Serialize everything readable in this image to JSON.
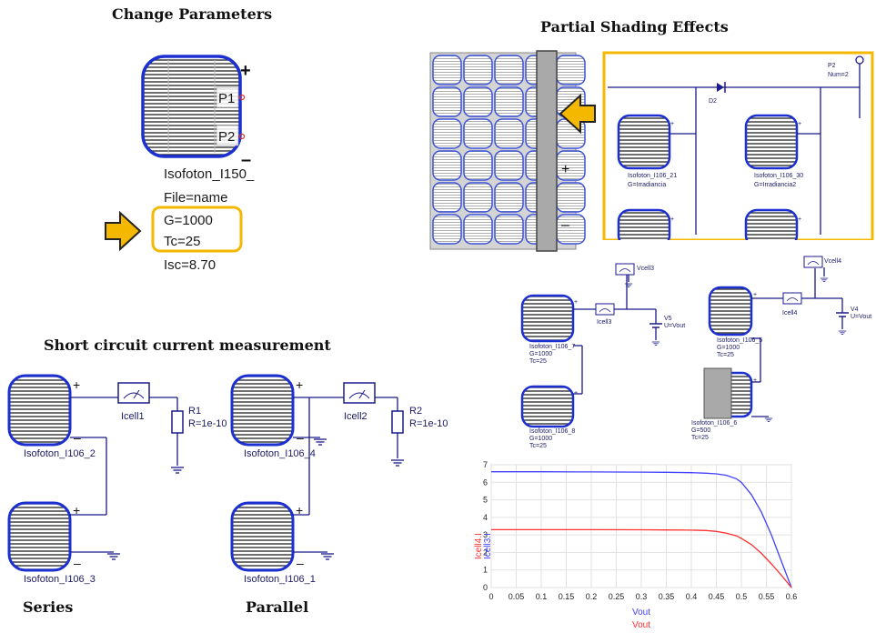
{
  "titles": {
    "change": "Change Parameters",
    "shading": "Partial Shading Effects",
    "short": "Short circuit current measurement",
    "series": "Series",
    "parallel": "Parallel"
  },
  "change_params": {
    "component": "Isofoton_I150_",
    "file": "File=name",
    "g": "G=1000",
    "tc": "Tc=25",
    "isc": "Isc=8.70",
    "p1": "P1",
    "p2": "P2",
    "plus": "+",
    "minus": "–"
  },
  "shading": {
    "p2": "P2",
    "num": "Num=2",
    "diode": "D2",
    "cell_a": "Isofoton_I106_21",
    "cell_a_g": "G=Irradiancia",
    "cell_b": "Isofoton_I106_30",
    "cell_b_g": "G=Irradiancia2",
    "plus": "+",
    "minus": "–"
  },
  "mini_left": {
    "vmeter": "Vcell3",
    "ameter": "Icell3",
    "source": "V5",
    "source_u": "U=Vout",
    "cell_top": "Isofoton_I106_7",
    "cell_top_g": "G=1000",
    "cell_top_tc": "Tc=25",
    "cell_bot": "Isofoton_I106_8",
    "cell_bot_g": "G=1000",
    "cell_bot_tc": "Tc=25"
  },
  "mini_right": {
    "vmeter": "Vcell4",
    "ameter": "Icell4",
    "source": "V4",
    "source_u": "U=Vout",
    "cell_top": "Isofoton_I106_5",
    "cell_top_g": "G=1000",
    "cell_top_tc": "Tc=25",
    "cell_bot": "Isofoton_I106_6",
    "cell_bot_g": "G=500",
    "cell_bot_tc": "Tc=25"
  },
  "short_circuit": {
    "left": {
      "cell_top": "Isofoton_I106_2",
      "cell_bot": "Isofoton_I106_3",
      "ameter": "Icell1",
      "r": "R1",
      "r_val": "R=1e-10"
    },
    "right": {
      "cell_top": "Isofoton_I106_4",
      "cell_bot": "Isofoton_I106_1",
      "ameter": "Icell2",
      "r": "R2",
      "r_val": "R=1e-10"
    }
  },
  "chart_data": {
    "type": "line",
    "xlabel_1": "Vout",
    "xlabel_2": "Vout",
    "ylabel_1": "Icell4.I",
    "ylabel_2": "Icell3.I",
    "xlim": [
      0,
      0.6
    ],
    "ylim": [
      0,
      7
    ],
    "grid": true,
    "x_ticks": [
      0,
      0.05,
      0.1,
      0.15,
      0.2,
      0.25,
      0.3,
      0.35,
      0.4,
      0.45,
      0.5,
      0.55,
      0.6
    ],
    "y_ticks": [
      0,
      1,
      2,
      3,
      4,
      5,
      6,
      7
    ],
    "series": [
      {
        "color": "#4040ff",
        "x": [
          0,
          0.1,
          0.2,
          0.3,
          0.35,
          0.4,
          0.43,
          0.45,
          0.47,
          0.49,
          0.5,
          0.52,
          0.54,
          0.56,
          0.58,
          0.6
        ],
        "y": [
          6.6,
          6.6,
          6.59,
          6.58,
          6.57,
          6.55,
          6.52,
          6.48,
          6.4,
          6.2,
          6.0,
          5.3,
          4.3,
          3.0,
          1.5,
          0.0
        ]
      },
      {
        "color": "#ff3030",
        "x": [
          0,
          0.1,
          0.2,
          0.3,
          0.35,
          0.4,
          0.43,
          0.45,
          0.47,
          0.49,
          0.5,
          0.52,
          0.54,
          0.56,
          0.58,
          0.6
        ],
        "y": [
          3.3,
          3.3,
          3.3,
          3.29,
          3.28,
          3.27,
          3.25,
          3.2,
          3.1,
          2.95,
          2.8,
          2.45,
          1.95,
          1.35,
          0.7,
          0.0
        ]
      }
    ]
  }
}
